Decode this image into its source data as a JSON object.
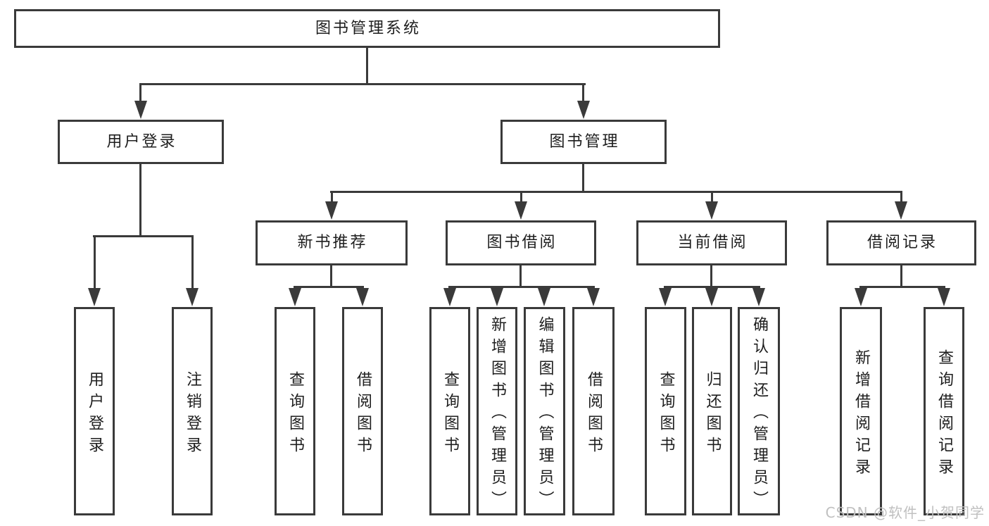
{
  "theme": {
    "background": "#ffffff",
    "box_fill": "#ffffff",
    "line_color": "#3a3a3a",
    "text_color": "#1e1e1e",
    "watermark_color": "#c0c0c0"
  },
  "watermark": {
    "text": "CSDN @软件_小贺同学"
  },
  "diagram": {
    "root": {
      "label": "图书管理系统",
      "children": [
        {
          "label": "用户登录",
          "children": [
            {
              "label": "用户登录"
            },
            {
              "label": "注销登录"
            }
          ]
        },
        {
          "label": "图书管理",
          "children": [
            {
              "label": "新书推荐",
              "children": [
                {
                  "label": "查询图书"
                },
                {
                  "label": "借阅图书"
                }
              ]
            },
            {
              "label": "图书借阅",
              "children": [
                {
                  "label": "查询图书"
                },
                {
                  "label": "新增图书（管理员）"
                },
                {
                  "label": "编辑图书（管理员）"
                },
                {
                  "label": "借阅图书"
                }
              ]
            },
            {
              "label": "当前借阅",
              "children": [
                {
                  "label": "查询图书"
                },
                {
                  "label": "归还图书"
                },
                {
                  "label": "确认归还（管理员）"
                }
              ]
            },
            {
              "label": "借阅记录",
              "children": [
                {
                  "label": "新增借阅记录"
                },
                {
                  "label": "查询借阅记录"
                }
              ]
            }
          ]
        }
      ]
    }
  }
}
